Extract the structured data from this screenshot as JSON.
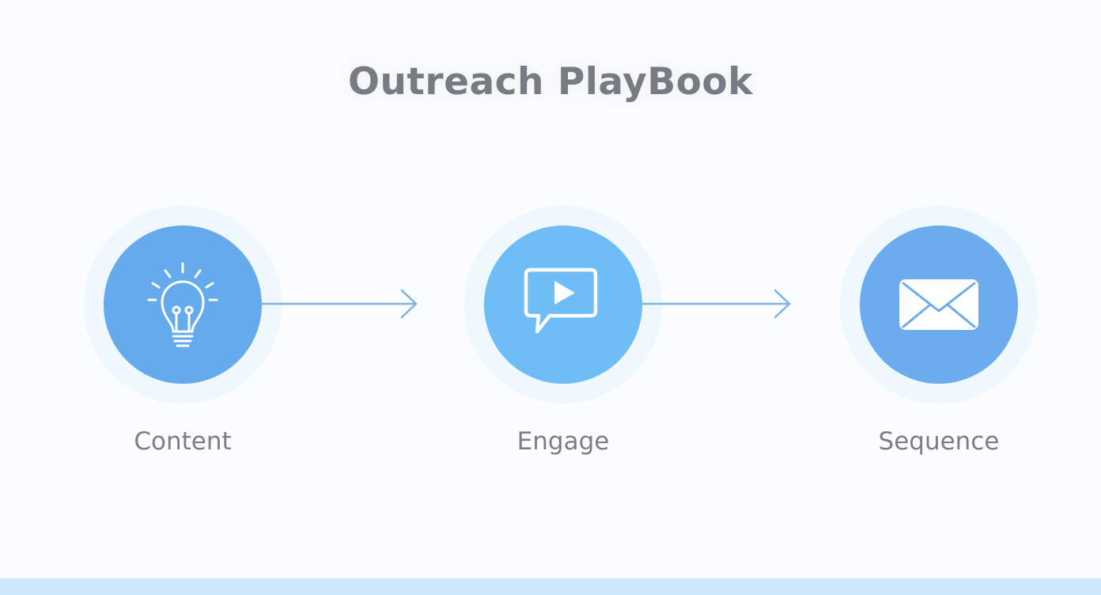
{
  "title": "Outreach PlayBook",
  "steps": [
    {
      "label": "Content",
      "icon": "lightbulb-icon",
      "color": "#66aaee"
    },
    {
      "label": "Engage",
      "icon": "video-chat-icon",
      "color": "#6ebdf7"
    },
    {
      "label": "Sequence",
      "icon": "envelope-icon",
      "color": "#6cacee"
    }
  ],
  "colors": {
    "arrow": "#7ab3e8",
    "halo": "#eef8fd",
    "bottom_bar": "#cde8f8",
    "text": "#7a7f86"
  }
}
